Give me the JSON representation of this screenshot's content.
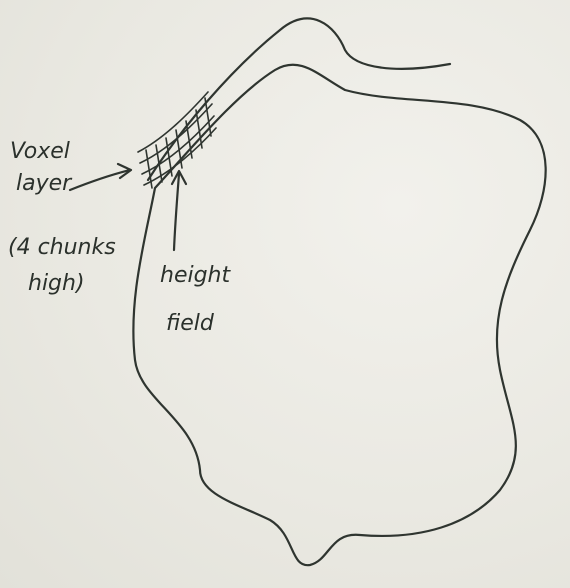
{
  "labels": {
    "voxel_layer": [
      "Voxel",
      "layer",
      "(4 chunks",
      "high)"
    ],
    "height_field": [
      "height",
      "field"
    ]
  },
  "colors": {
    "board": "#ecebe5",
    "ink": "#2f3530"
  }
}
